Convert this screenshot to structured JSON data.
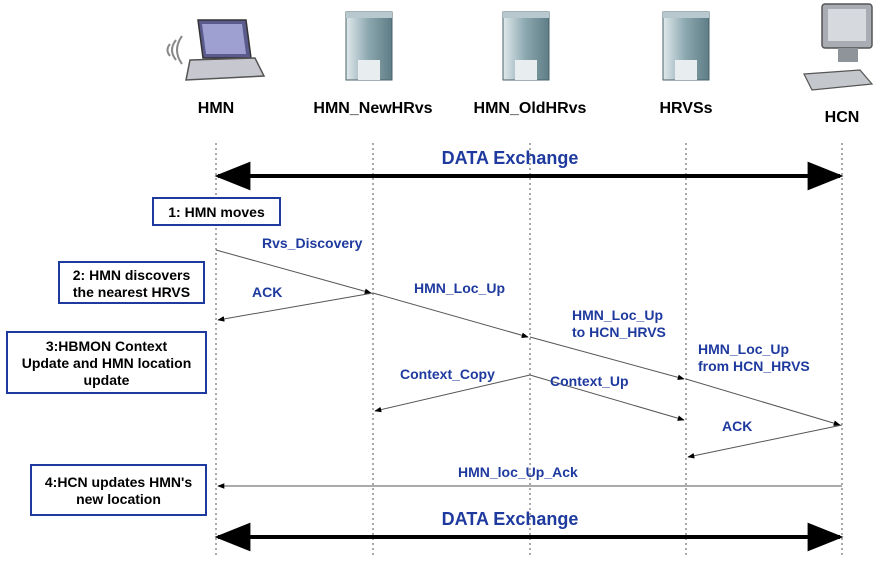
{
  "entities": [
    {
      "id": "hmn",
      "label": "HMN",
      "icon": "laptop-wifi-icon"
    },
    {
      "id": "newhrvs",
      "label": "HMN_NewHRvs",
      "icon": "server-icon"
    },
    {
      "id": "oldhrvs",
      "label": "HMN_OldHRvs",
      "icon": "server-icon"
    },
    {
      "id": "hrvss",
      "label": "HRVSs",
      "icon": "server-icon"
    },
    {
      "id": "hcn",
      "label": "HCN",
      "icon": "desktop-computer-icon"
    }
  ],
  "exchange": {
    "top": "DATA Exchange",
    "bottom": "DATA Exchange"
  },
  "steps": {
    "s1": "1: HMN moves",
    "s2a": "2: HMN discovers",
    "s2b": "the nearest HRVS",
    "s3a": "3:HBMON Context",
    "s3b": "Update and HMN location",
    "s3c": "update",
    "s4a": "4:HCN updates HMN's",
    "s4b": "new location"
  },
  "messages": {
    "rvs_discovery": "Rvs_Discovery",
    "ack1": "ACK",
    "loc_up": "HMN_Loc_Up",
    "loc_up_to_a": "HMN_Loc_Up",
    "loc_up_to_b": "to HCN_HRVS",
    "loc_up_from_a": "HMN_Loc_Up",
    "loc_up_from_b": "from HCN_HRVS",
    "context_copy": "Context_Copy",
    "context_up": "Context_Up",
    "ack2": "ACK",
    "loc_up_ack": "HMN_loc_Up_Ack"
  },
  "colors": {
    "accent": "#1f3a9e",
    "line": "#000000",
    "server": "#6f8f9a"
  }
}
